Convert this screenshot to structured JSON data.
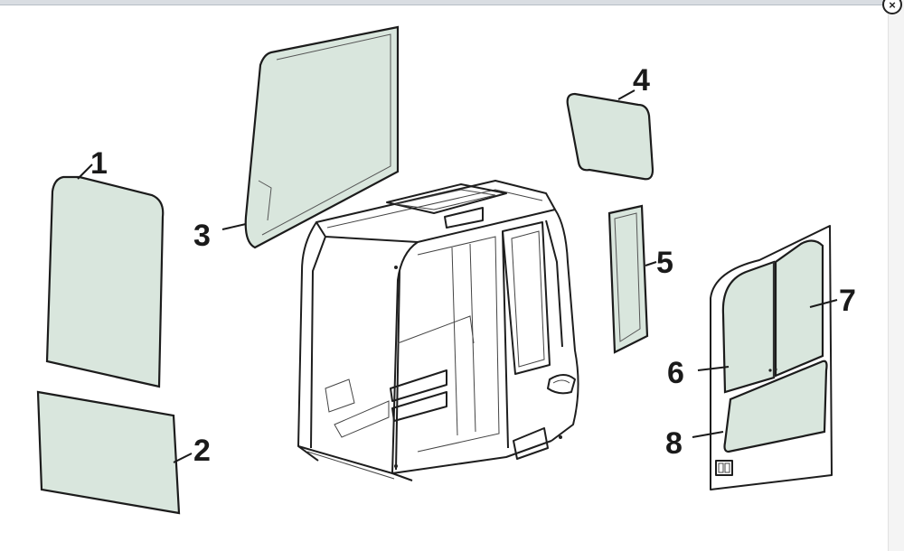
{
  "close_icon": "×",
  "callouts": [
    {
      "id": "1",
      "label": "1"
    },
    {
      "id": "2",
      "label": "2"
    },
    {
      "id": "3",
      "label": "3"
    },
    {
      "id": "4",
      "label": "4"
    },
    {
      "id": "5",
      "label": "5"
    },
    {
      "id": "6",
      "label": "6"
    },
    {
      "id": "7",
      "label": "7"
    },
    {
      "id": "8",
      "label": "8"
    }
  ],
  "colors": {
    "glass_fill": "#d9e6dd",
    "outline": "#1c1c1c",
    "background": "#ffffff"
  }
}
